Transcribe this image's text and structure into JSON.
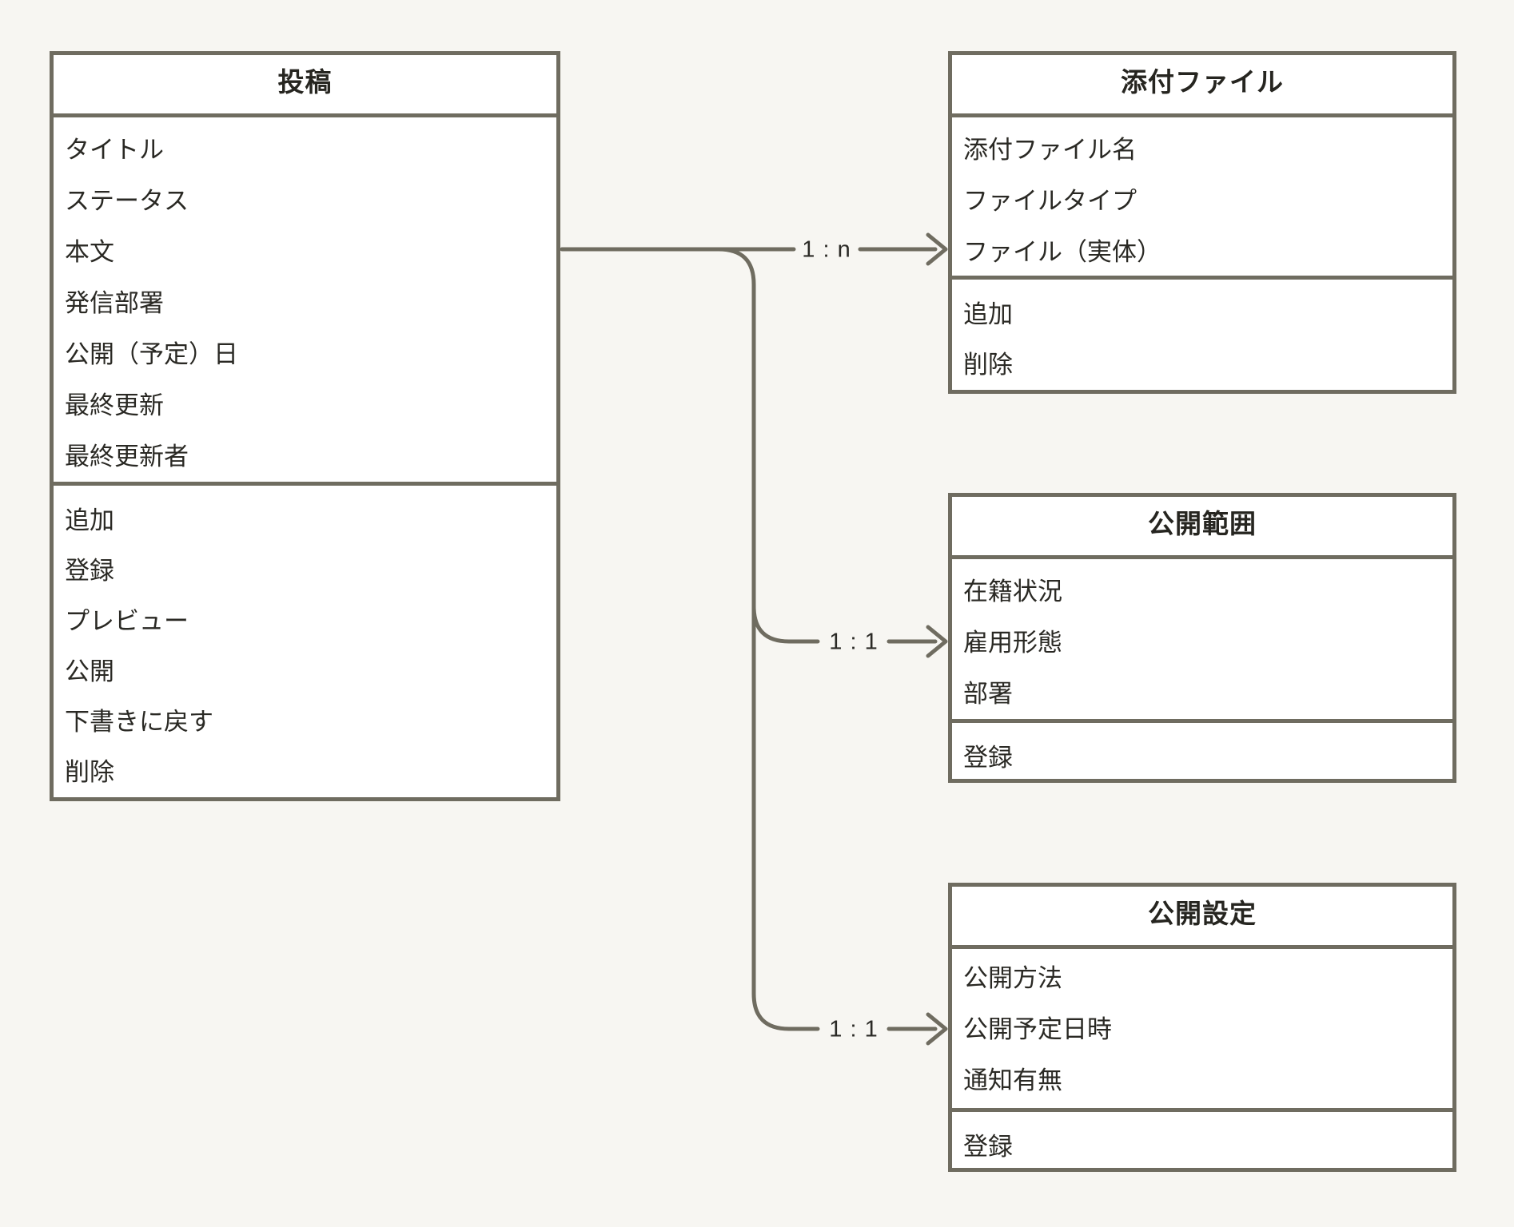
{
  "theme": {
    "background": "#f7f6f2",
    "box_fill": "#ffffff",
    "line_color": "#6f6c60",
    "text_color": "#2a2924",
    "header_text_color": "#262520"
  },
  "diagram": {
    "entities": [
      {
        "id": "post",
        "title": "投稿",
        "fields": [
          "タイトル",
          "ステータス",
          "本文",
          "発信部署",
          "公開（予定）日",
          "最終更新",
          "最終更新者"
        ],
        "actions": [
          "追加",
          "登録",
          "プレビュー",
          "公開",
          "下書きに戻す",
          "削除"
        ]
      },
      {
        "id": "attachment",
        "title": "添付ファイル",
        "fields": [
          "添付ファイル名",
          "ファイルタイプ",
          "ファイル（実体）"
        ],
        "actions": [
          "追加",
          "削除"
        ]
      },
      {
        "id": "scope",
        "title": "公開範囲",
        "fields": [
          "在籍状況",
          "雇用形態",
          "部署"
        ],
        "actions": [
          "登録"
        ]
      },
      {
        "id": "settings",
        "title": "公開設定",
        "fields": [
          "公開方法",
          "公開予定日時",
          "通知有無"
        ],
        "actions": [
          "登録"
        ]
      }
    ],
    "relations": [
      {
        "from": "投稿",
        "to": "添付ファイル",
        "label": "1 : n"
      },
      {
        "from": "投稿",
        "to": "公開範囲",
        "label": "1 : 1"
      },
      {
        "from": "投稿",
        "to": "公開設定",
        "label": "1 : 1"
      }
    ]
  }
}
